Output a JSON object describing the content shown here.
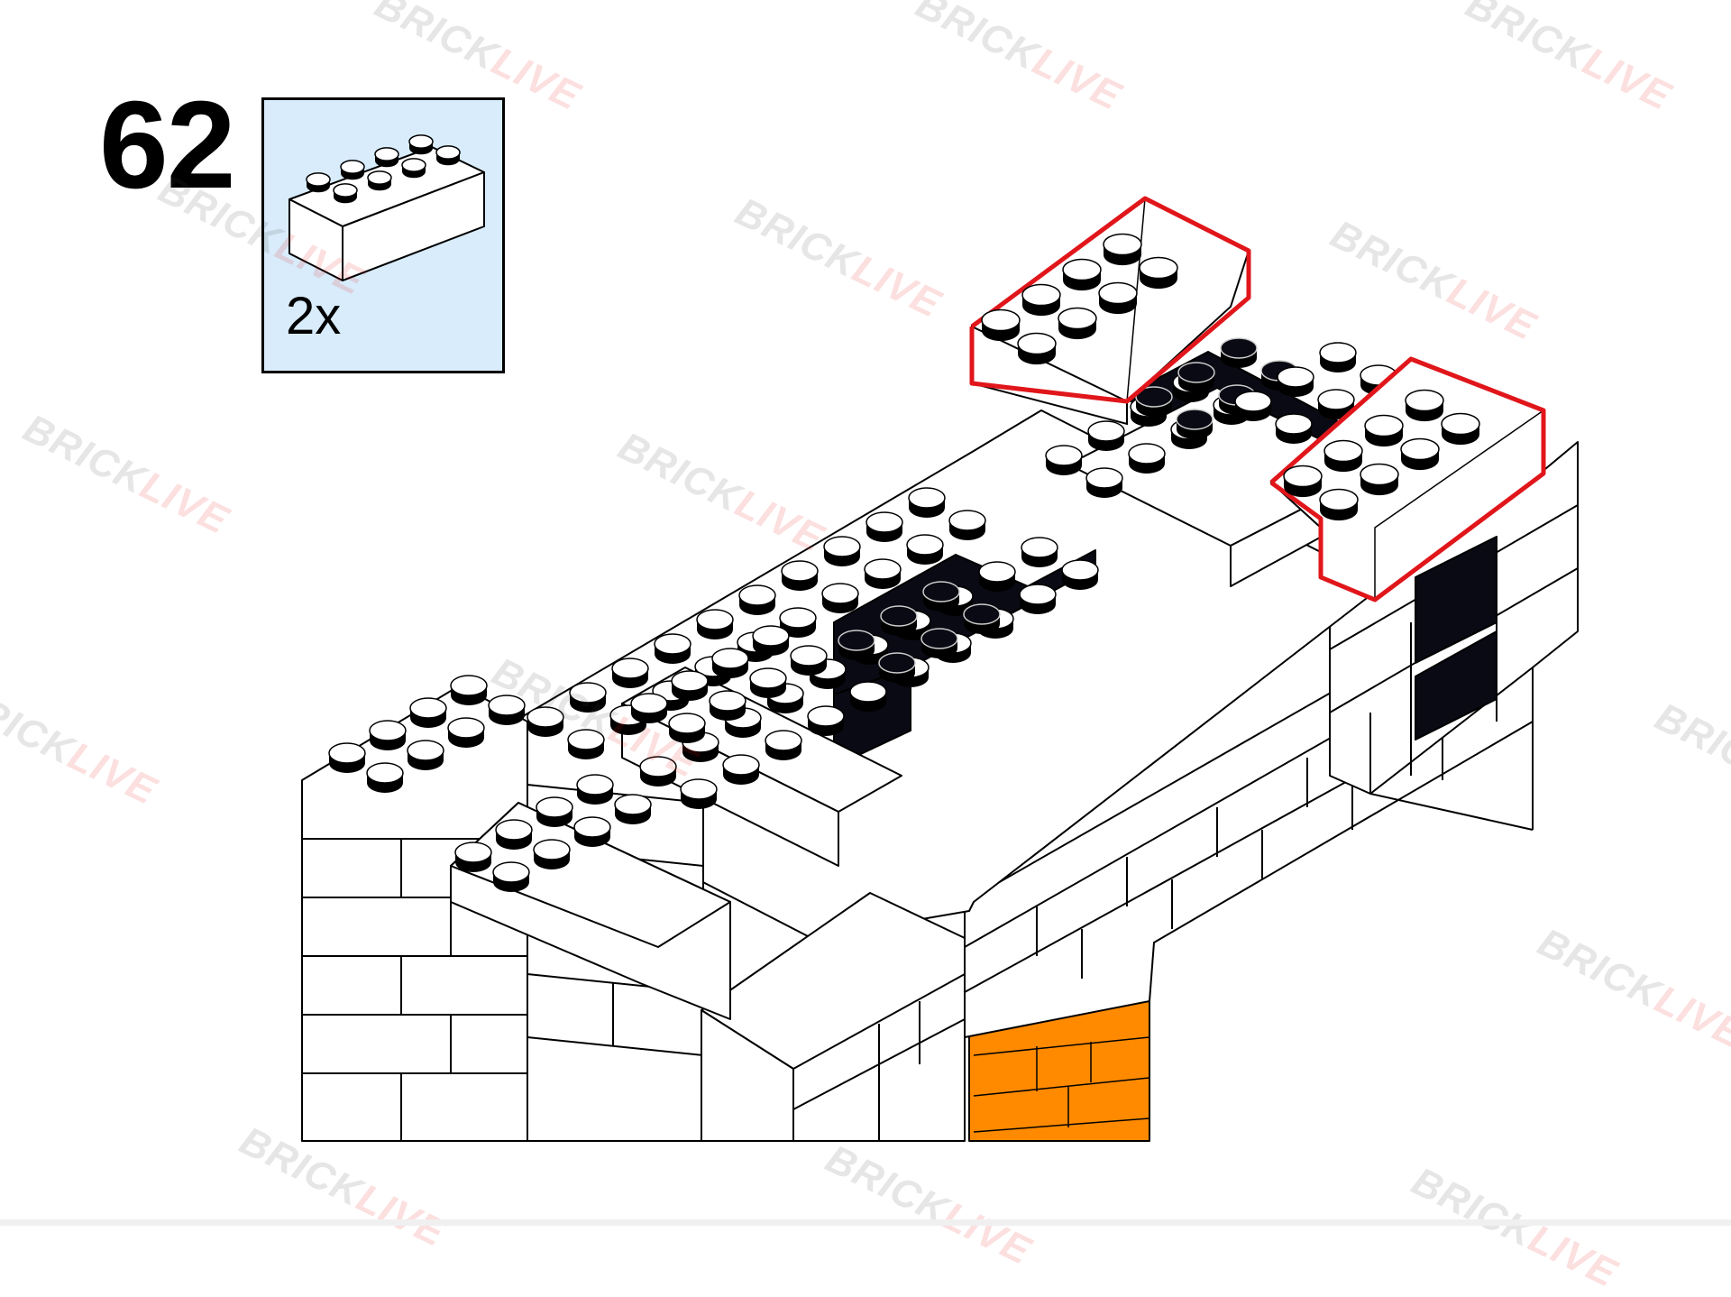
{
  "step": {
    "number": "62"
  },
  "parts_callout": {
    "quantity": "2x",
    "part_icon": "brick-2x4-icon",
    "background_color": "#d8ecfb"
  },
  "highlight": {
    "color": "#e0161b",
    "count": 2
  },
  "colors": {
    "brick_white": "#ffffff",
    "brick_black": "#0a0a14",
    "brick_orange": "#ff8a00",
    "outline": "#000000"
  },
  "watermark": {
    "text_part1": "BRICK",
    "text_part2": "LIVE"
  }
}
